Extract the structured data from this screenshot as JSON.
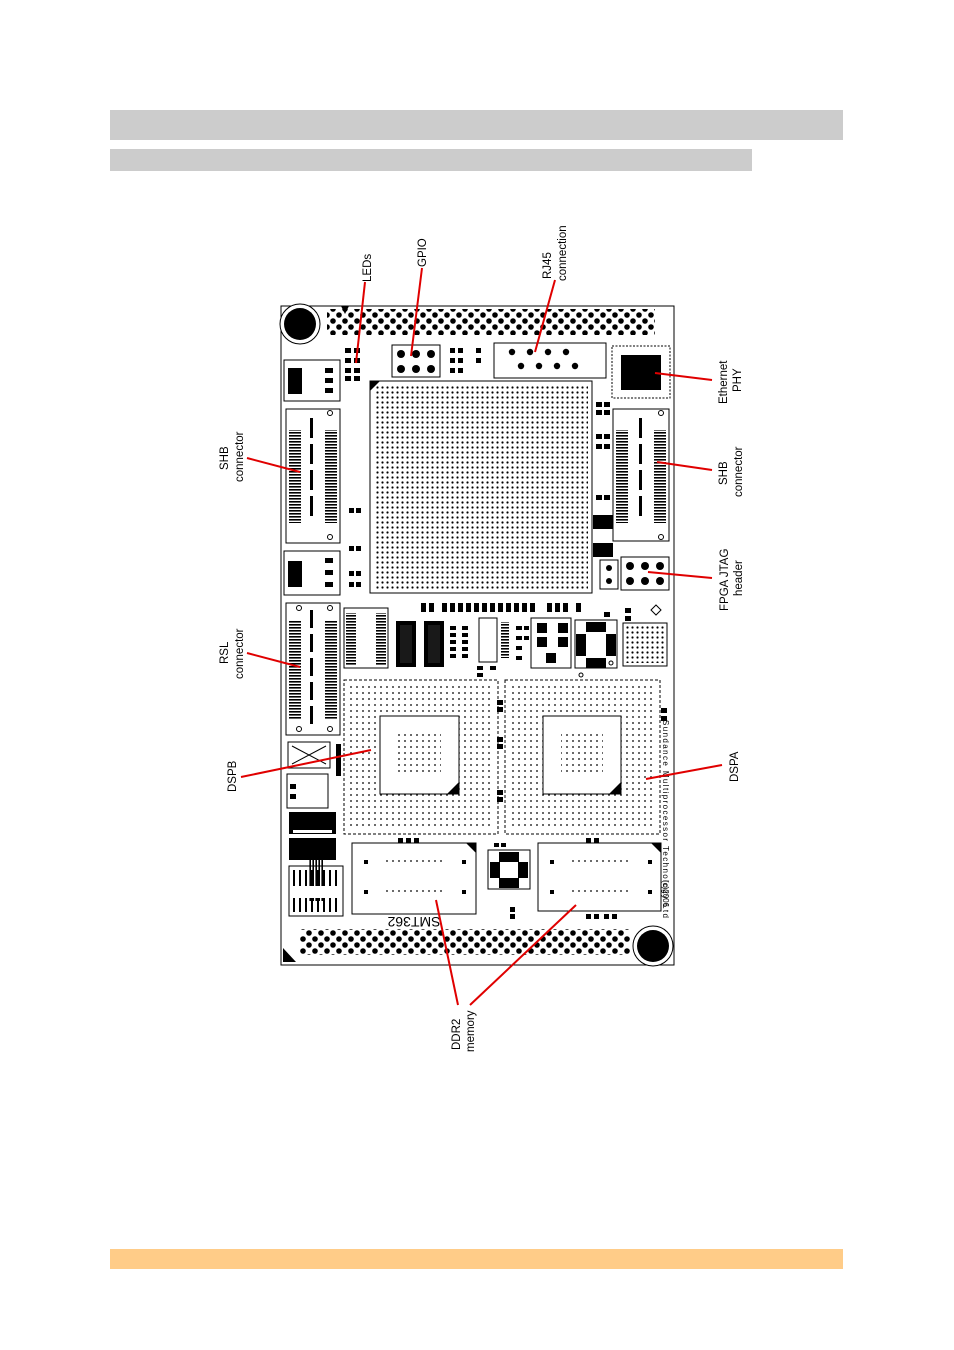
{
  "figure": {
    "board_label": "SMT362",
    "manufacturer_text": "Sundance Multiprocessor Technology Ltd",
    "copyright_text": "(c)2006",
    "callout_color": "#e00000",
    "labels": {
      "leds": "LEDs",
      "gpio": "GPIO",
      "rj45_line1": "RJ45",
      "rj45_line2": "connection",
      "ethernet_line1": "Ethernet",
      "ethernet_line2": "PHY",
      "shb_left_line1": "SHB",
      "shb_left_line2": "connector",
      "shb_right_line1": "SHB",
      "shb_right_line2": "connector",
      "fpga_jtag_line1": "FPGA JTAG",
      "fpga_jtag_line2": "header",
      "rsl_line1": "RSL",
      "rsl_line2": "connector",
      "dspb": "DSPB",
      "dspa": "DSPA",
      "ddr2_line1": "DDR2",
      "ddr2_line2": "memory"
    }
  }
}
